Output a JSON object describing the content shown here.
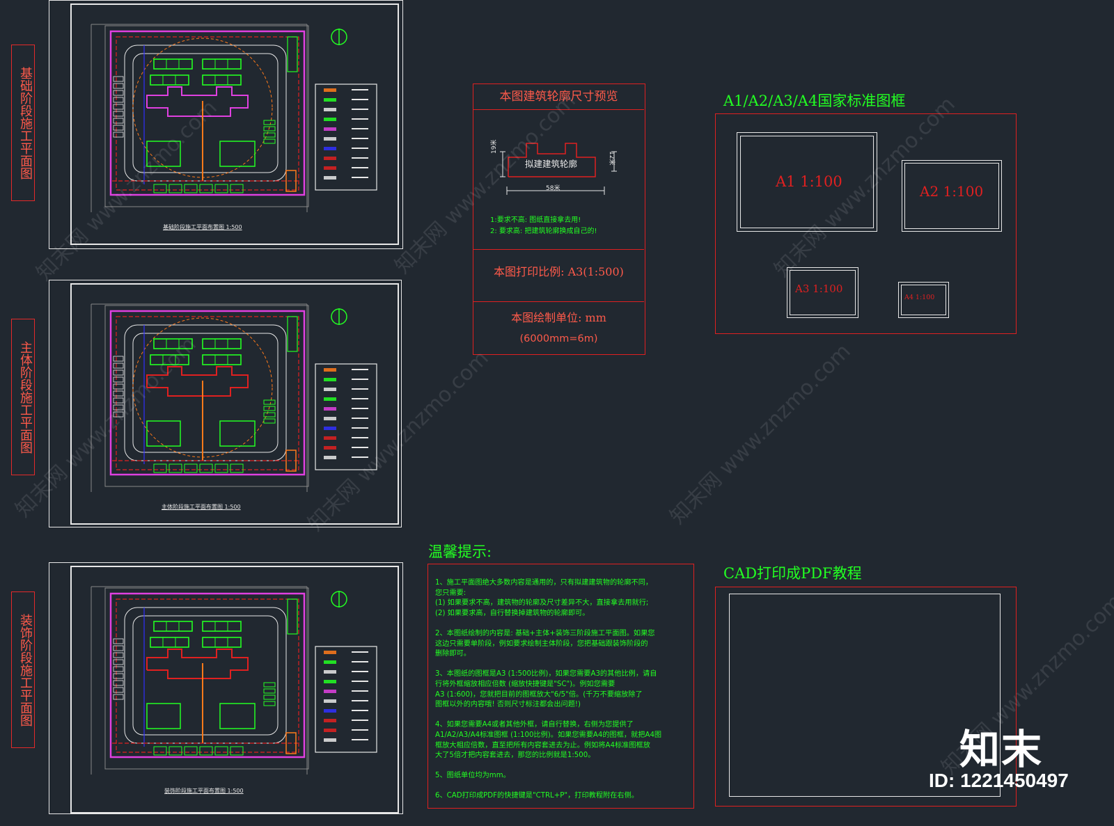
{
  "stages": [
    {
      "label": "基础阶段施工平面图",
      "caption": "基础阶段施工平面布置图 1:500"
    },
    {
      "label": "主体阶段施工平面图",
      "caption": "主体阶段施工平面布置图 1:500"
    },
    {
      "label": "装饰阶段施工平面图",
      "caption": "装饰阶段施工平面布置图 1:500"
    }
  ],
  "preview": {
    "title": "本图建筑轮廓尺寸预览",
    "outline_label": "拟建建筑轮廓",
    "dim_width": "58米",
    "dim_left": "19米",
    "dim_right": "12米",
    "note1": "1:要求不高: 图纸直接拿去用!",
    "note2": "2: 要求高: 把建筑轮廓换成自己的!",
    "scale": "本图打印比例: A3(1:500)",
    "unit": "本图绘制单位: mm",
    "unit_note": "(6000mm=6m)"
  },
  "frames": {
    "title": "A1/A2/A3/A4国家标准图框",
    "a1": "A1 1:100",
    "a2": "A2 1:100",
    "a3": "A3 1:100",
    "a4": "A4 1:100"
  },
  "tips": {
    "title": "温馨提示:",
    "text": "1、施工平面图绝大多数内容是通用的，只有拟建建筑物的轮廓不同，\n您只需要:\n(1) 如果要求不高，建筑物的轮廓及尺寸差异不大，直接拿去用就行;\n(2) 如果要求高，自行替换掉建筑物的轮廓即可。\n\n2、本图纸绘制的内容是: 基础+主体+装饰三阶段施工平面图。如果您\n这边只需要单阶段，例如要求绘制主体阶段，您把基础跟装饰阶段的\n删除即可。\n\n3、本图纸的图框是A3 (1:500比例)，如果您需要A3的其他比例，请自\n行将外框缩放相应倍数 (缩放快捷键是\"SC\")。例如您需要\nA3 (1:600)，您就把目前的图框放大\"6/5\"倍。(千万不要缩放除了\n图框以外的内容哦! 否则尺寸标注都会出问题!)\n\n4、如果您需要A4或者其他外框，请自行替换，右侧为您提供了\nA1/A2/A3/A4标准图框 (1:100比例)。如果您需要A4的图框，就把A4图\n框放大相应倍数，直至把所有内容套进去为止。例如将A4标准图框放\n大了5倍才把内容套进去，那您的比例就是1:500。\n\n5、图纸单位均为mm。\n\n6、CAD打印成PDF的快捷键是\"CTRL+P\"，打印教程附在右侧。"
  },
  "pdf": {
    "title": "CAD打印成PDF教程"
  },
  "brand": {
    "logo": "知末",
    "id": "ID: 1221450497"
  },
  "watermark": "知末网 www.znzmo.com",
  "colors": {
    "bg": "#212830",
    "red": "#e02020",
    "green": "#22ff22",
    "magenta": "#e040e0",
    "orange": "#ff7a1a"
  }
}
